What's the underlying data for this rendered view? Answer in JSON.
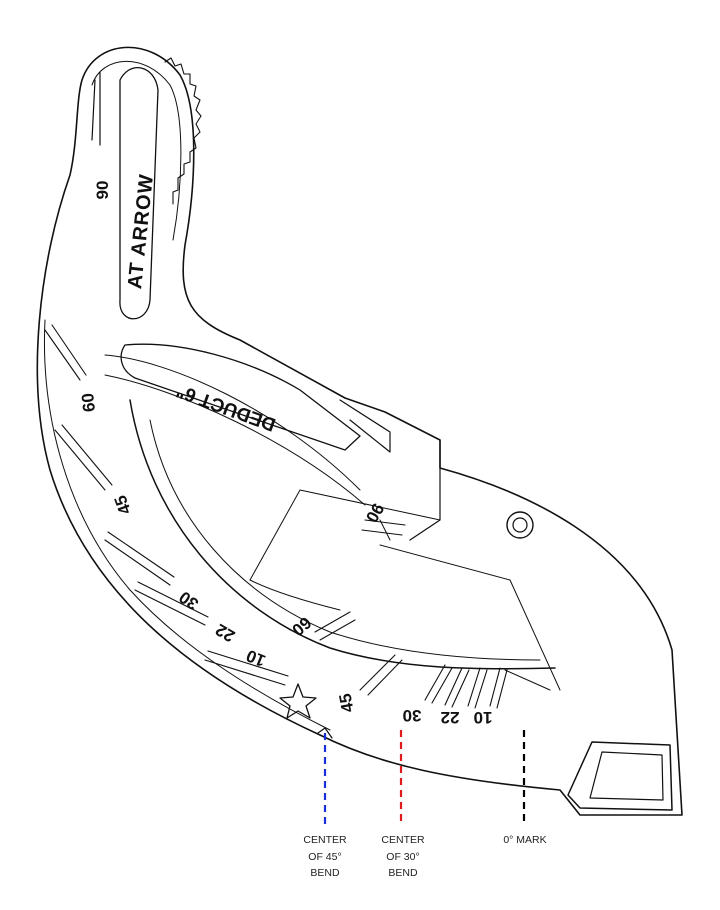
{
  "diagram": {
    "handle_text": "AT ARROW",
    "deduct_text": "DEDUCT 6\"",
    "handle_scale": [
      "90"
    ],
    "outer_scale": [
      "60",
      "45",
      "30",
      "22",
      "10"
    ],
    "inner_scale": [
      "90",
      "60",
      "45",
      "30",
      "22",
      "10"
    ],
    "markers": [
      {
        "id": "center-45",
        "color": "#1a2fd6",
        "lines": [
          "CENTER",
          "OF 45°",
          "BEND"
        ]
      },
      {
        "id": "center-30",
        "color": "#e01b1b",
        "lines": [
          "CENTER",
          "OF 30°",
          "BEND"
        ]
      },
      {
        "id": "zero-mark",
        "color": "#000000",
        "lines": [
          "0° MARK"
        ]
      }
    ]
  }
}
